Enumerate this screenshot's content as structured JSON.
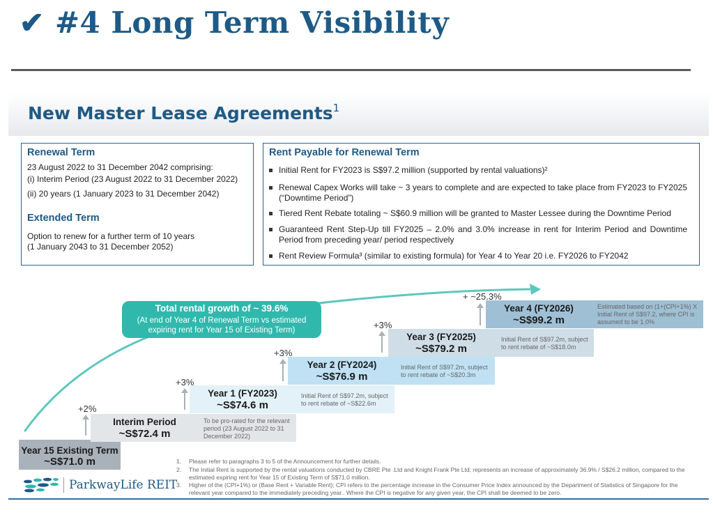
{
  "header": {
    "check_glyph": "✔",
    "title": "#4 Long Term Visibility"
  },
  "section": {
    "title": "New Master Lease Agreements",
    "title_footnote": "1"
  },
  "renewal_term": {
    "heading": "Renewal Term",
    "lines": [
      "23 August 2022 to 31 December 2042 comprising:",
      "(i) Interim Period (23 August 2022 to 31 December 2022)",
      "(ii) 20 years (1 January 2023 to 31 December 2042)"
    ]
  },
  "extended_term": {
    "heading": "Extended Term",
    "lines": [
      "Option to renew for a further term of 10 years",
      "(1 January 2043 to 31 December 2052)"
    ]
  },
  "rent_payable": {
    "heading": "Rent Payable for Renewal Term",
    "bullets": [
      "Initial Rent for FY2023 is S$97.2 million (supported by rental valuations)²",
      "Renewal Capex Works will take ~ 3 years to complete and are expected to take place from FY2023 to FY2025 (“Downtime Period”)",
      "Tiered Rent Rebate totaling ~ S$60.9 million will be granted to Master Lessee during the Downtime Period",
      "Guaranteed Rent Step-Up till FY2025 – 2.0% and 3.0% increase in rent for Interim Period and Downtime Period from preceding year/ period respectively",
      "Rent Review Formula³ (similar to existing formula) for Year 4 to Year 20 i.e. FY2026 to FY2042"
    ]
  },
  "growth_callout": {
    "title": "Total rental growth of ~ 39.6%",
    "subtitle": "(At end of Year 4 of Renewal Term vs estimated expiring rent for Year 15 of Existing Term)"
  },
  "steps": [
    {
      "name": "Year 15 Existing Term",
      "value": "~S$71.0 m",
      "increase": "",
      "note": "",
      "color": "#a9b1ba"
    },
    {
      "name": "Interim Period",
      "value": "~S$72.4 m",
      "increase": "+2%",
      "note": "To be pro-rated for the relevant period (23 August 2022 to 31 December 2022)",
      "color": "#e3e6e9"
    },
    {
      "name": "Year 1 (FY2023)",
      "value": "~S$74.6 m",
      "increase": "+3%",
      "note": "Initial Rent of S$97.2m, subject to rent rebate of ~S$22.6m",
      "color": "#e3f1f8"
    },
    {
      "name": "Year 2 (FY2024)",
      "value": "~S$76.9 m",
      "increase": "+3%",
      "note": "Initial Rent of S$97.2m, subject to rent rebate of ~S$20.3m",
      "color": "#bfe1f3"
    },
    {
      "name": "Year 3 (FY2025)",
      "value": "~S$79.2 m",
      "increase": "+3%",
      "note": "Initial Rent of S$97.2m, subject to rent rebate of ~S$18.0m",
      "color": "#cfdde7"
    },
    {
      "name": "Year 4 (FY2026)",
      "value": "~S$99.2 m",
      "increase": "+ ~25.3%",
      "note": "Estimated based on (1+(CPI+1%) X Initial Rent of S$97.2, where CPI is assumed to be 1.0%",
      "color": "#9fbfd4"
    }
  ],
  "footnotes": [
    {
      "num": "1.",
      "text": "Please refer to paragraphs 3 to 5 of the Announcement for further details."
    },
    {
      "num": "2.",
      "text": "The Initial Rent is supported by the rental valuations conducted by CBRE Pte .Ltd and Knight Frank Pte Ltd; represents an increase of approximately 36.9% / S$26.2 million, compared to the estimated expiring rent for Year 15 of Existing Term of S$71.0 million."
    },
    {
      "num": "3.",
      "text": "Higher of the (CPI+1%) or (Base Rent + Variable Rent); CPI refers to the percentage increase in the Consumer Price Index announced by the Department of Statistics of Singapore for the relevant year compared to the immediately preceding year.. Where the CPI is negative for any given year, the CPI shall be deemed to be zero."
    }
  ],
  "logo": {
    "text": "ParkwayLife REIT"
  },
  "colors": {
    "brand": "#1e5a86",
    "callout": "#31b8ad",
    "rule": "#595959"
  }
}
